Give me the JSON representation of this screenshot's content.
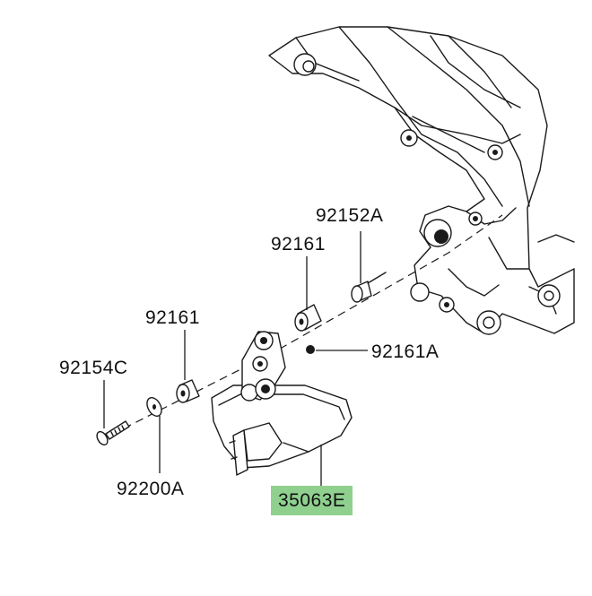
{
  "callouts": {
    "bolt_top": "92152A",
    "collar_upper": "92161",
    "collar_lower": "92161",
    "bolt_left": "92154C",
    "collar_small": "92161A",
    "washer": "92200A",
    "bracket": "35063E"
  },
  "colors": {
    "highlight": "#8fd08f",
    "line": "#1a1a1a",
    "background": "#ffffff"
  }
}
